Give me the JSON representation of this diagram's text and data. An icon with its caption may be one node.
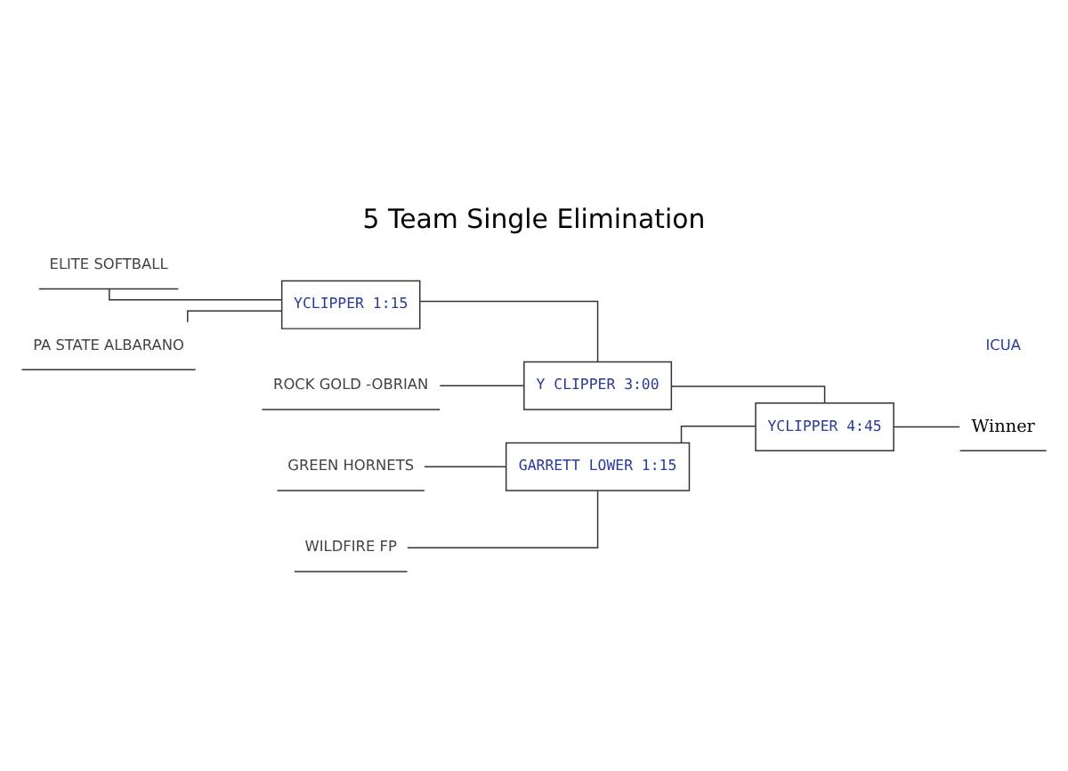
{
  "diagram": {
    "title": "5 Team Single Elimination",
    "nodes": [
      {
        "text": [
          "ELITE SOFTBALL"
        ]
      },
      {
        "text": [
          "PA STATE ALBARANO"
        ]
      },
      {
        "text": [
          "YCLIPPER 1:15"
        ]
      },
      {
        "text": [
          "ROCK GOLD -OBRIAN"
        ]
      },
      {
        "text": [
          "Y CLIPPER 3:00"
        ]
      },
      {
        "text": [
          "GREEN HORNETS"
        ]
      },
      {
        "text": [
          "WILDFIRE FP"
        ]
      },
      {
        "text": [
          "GARRETT LOWER 1:15"
        ]
      },
      {
        "text": [
          "YCLIPPER 4:45"
        ]
      },
      {
        "text": [
          "Winner"
        ]
      }
    ],
    "edges": [
      {
        "from": 0,
        "to": 2,
        "arrow": "none"
      },
      {
        "from": 1,
        "to": 2,
        "arrow": "none"
      },
      {
        "from": 3,
        "to": 4,
        "arrow": "none"
      },
      {
        "from": 2,
        "to": 4,
        "arrow": "none"
      },
      {
        "from": 4,
        "to": 8,
        "arrow": "none"
      },
      {
        "from": 5,
        "to": 7,
        "arrow": "none"
      },
      {
        "from": 6,
        "to": 7,
        "arrow": "none"
      },
      {
        "from": 7,
        "to": 8,
        "arrow": "none"
      },
      {
        "from": 8,
        "to": 9,
        "arrow": "none"
      }
    ],
    "labels": [
      "ICUA"
    ]
  }
}
